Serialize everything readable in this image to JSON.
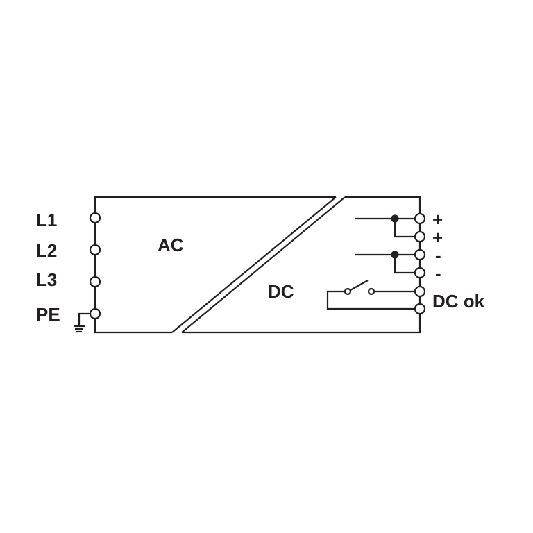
{
  "input_terminals": [
    "L1",
    "L2",
    "L3",
    "PE"
  ],
  "converter": {
    "input_label": "AC",
    "output_label": "DC"
  },
  "output_terminals": [
    "+",
    "+",
    "-",
    "-"
  ],
  "status_contact_label": "DC ok",
  "line_color": "#231f20"
}
